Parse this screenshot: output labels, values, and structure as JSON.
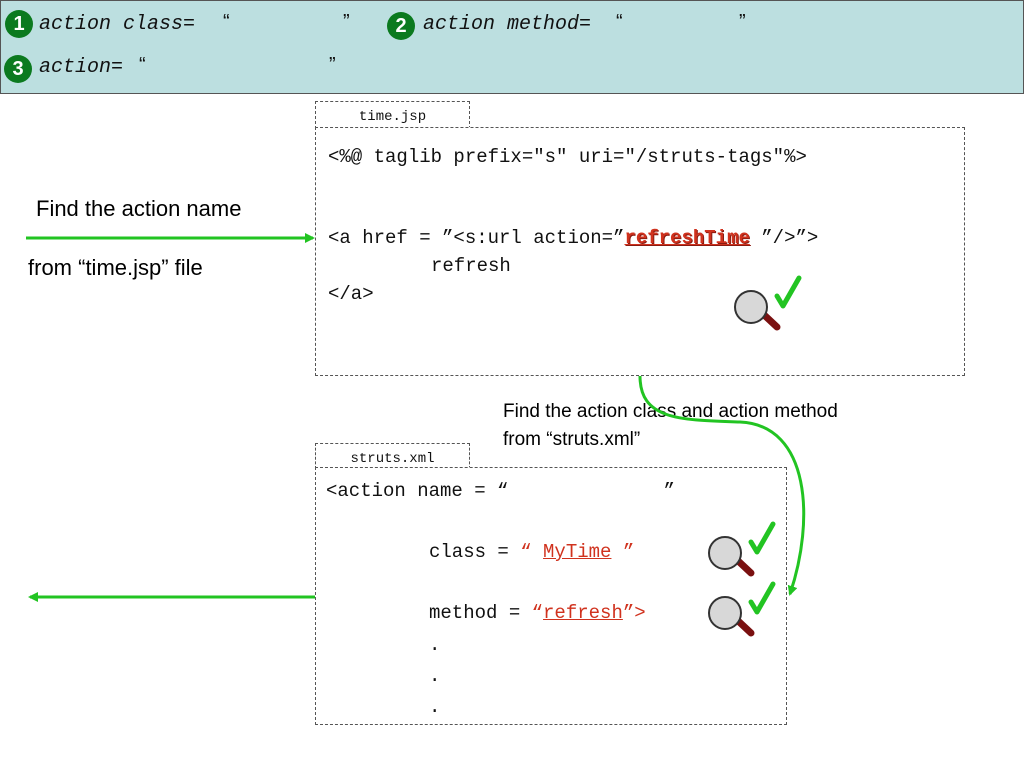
{
  "banner": {
    "step1": {
      "number": "1",
      "label": "action class=",
      "open_quote": "“",
      "close_quote": "”"
    },
    "step2": {
      "number": "2",
      "label": "action method=",
      "open_quote": "“",
      "close_quote": "”"
    },
    "step3": {
      "number": "3",
      "label": "action=",
      "open_quote": "“",
      "close_quote": "”"
    }
  },
  "left_labels": {
    "line1": "Find the action name",
    "line2": "from “time.jsp” file"
  },
  "note": {
    "line1": "Find the action class and action method",
    "line2": "from “struts.xml”"
  },
  "time_jsp": {
    "tab": "time.jsp",
    "line1": "<%@ taglib prefix=\"s\" uri=\"/struts-tags\"%>",
    "line2_prefix": "<a href = ”<s:url action=”",
    "line2_highlight": "refreshTime",
    "line2_suffix": " ”/>”>",
    "line3": "refresh",
    "line4": "</a>"
  },
  "struts_xml": {
    "tab": "struts.xml",
    "line1_prefix": "<action name = “",
    "line1_suffix": "”",
    "class_prefix": "class = ",
    "class_open": "“ ",
    "class_value": "MyTime",
    "class_close": " ”",
    "method_prefix": "method = ",
    "method_open": "“",
    "method_value": "refresh",
    "method_close": "”>",
    "dots": [
      ".",
      ".",
      "."
    ]
  },
  "colors": {
    "arrow_green": "#22c422",
    "badge_green": "#0b7a1f",
    "highlight_red": "#d0321e",
    "banner_bg": "#bcdfe0"
  },
  "icons": [
    "magnifier-icon",
    "checkmark-icon"
  ]
}
